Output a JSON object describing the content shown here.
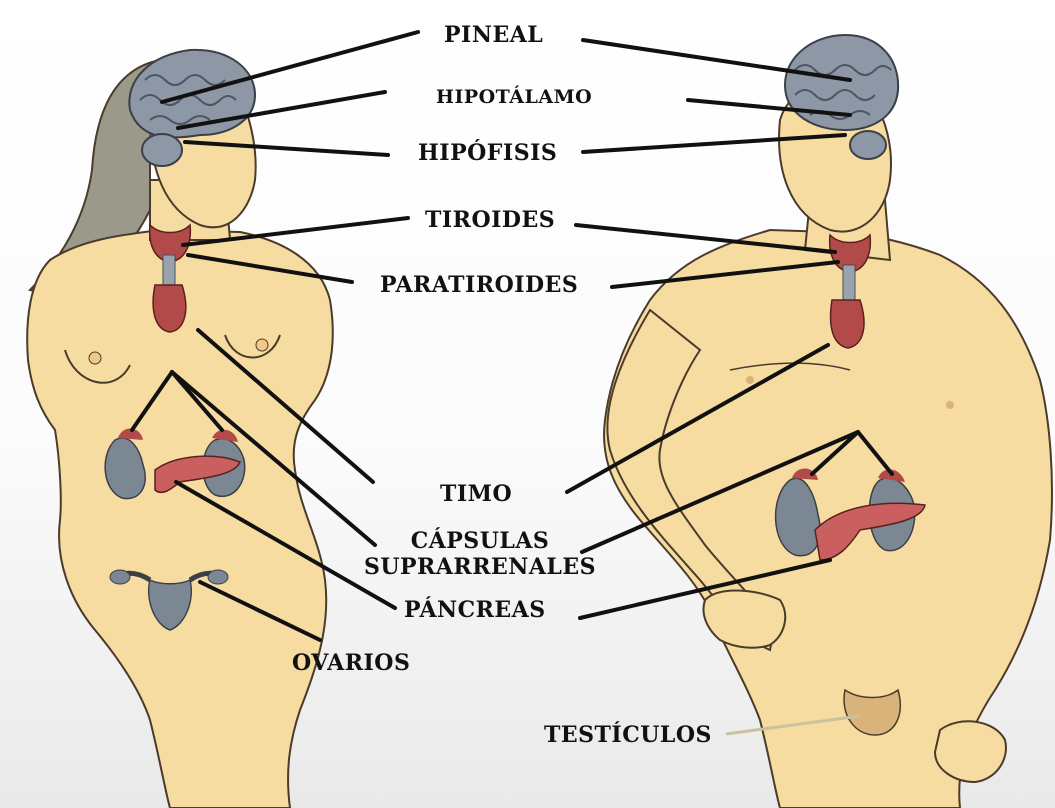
{
  "labels": {
    "pineal": "PINEAL",
    "hipotalamo": "HIPOTÁLAMO",
    "hipofisis": "HIPÓFISIS",
    "tiroides": "TIROIDES",
    "paratiroides": "PARATIROIDES",
    "timo": "TIMO",
    "capsulas_line1": "CÁPSULAS",
    "capsulas_line2": "SUPRARRENALES",
    "pancreas": "PÁNCREAS",
    "ovarios": "OVARIOS",
    "testiculos": "TESTÍCULOS"
  },
  "colors": {
    "skin": "#f6dca0",
    "skin_outline": "#4a3b2a",
    "brain": "#8d97a5",
    "gland_red": "#b24a4a",
    "kidney": "#7b8893",
    "pancreas": "#c95f5f",
    "leader_line": "#111111"
  }
}
